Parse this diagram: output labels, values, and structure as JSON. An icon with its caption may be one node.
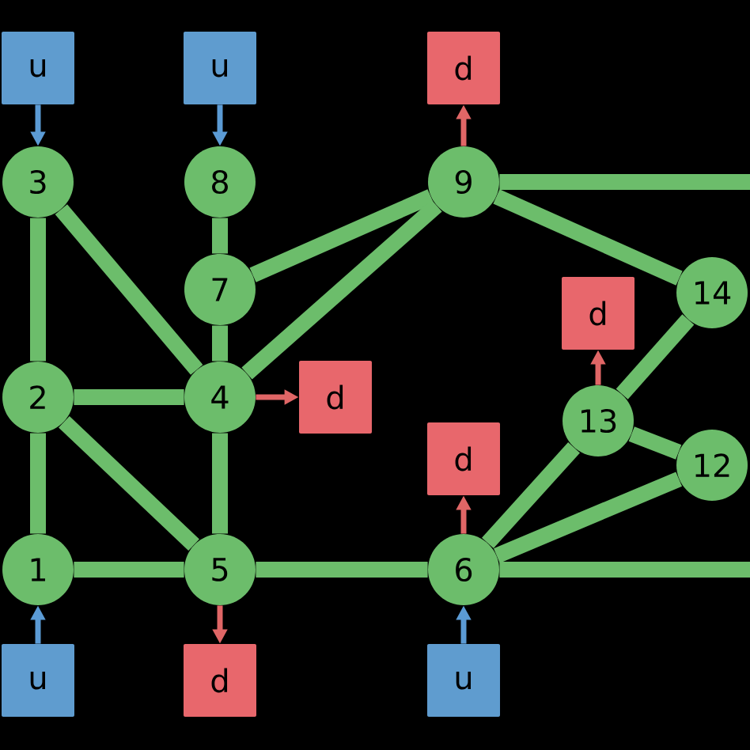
{
  "diagram": {
    "nodes": [
      {
        "text": [
          "u"
        ]
      },
      {
        "text": [
          "u"
        ]
      },
      {
        "text": [
          "d"
        ]
      },
      {
        "text": [
          "3"
        ]
      },
      {
        "text": [
          "8"
        ]
      },
      {
        "text": [
          "9"
        ]
      },
      {
        "text": [
          "14"
        ]
      },
      {
        "text": [
          "7"
        ]
      },
      {
        "text": [
          "d"
        ]
      },
      {
        "text": [
          "2"
        ]
      },
      {
        "text": [
          "4"
        ]
      },
      {
        "text": [
          "d"
        ]
      },
      {
        "text": [
          "13"
        ]
      },
      {
        "text": [
          "d"
        ]
      },
      {
        "text": [
          "12"
        ]
      },
      {
        "text": [
          "1"
        ]
      },
      {
        "text": [
          "5"
        ]
      },
      {
        "text": [
          "6"
        ]
      },
      {
        "text": [
          "u"
        ]
      },
      {
        "text": [
          "d"
        ]
      },
      {
        "text": [
          "u"
        ]
      }
    ],
    "edges": [
      {
        "from": 3,
        "to": 9,
        "arrow": "none"
      },
      {
        "from": 9,
        "to": 15,
        "arrow": "none"
      },
      {
        "from": 3,
        "to": 10,
        "arrow": "none"
      },
      {
        "from": 4,
        "to": 7,
        "arrow": "none"
      },
      {
        "from": 7,
        "to": 10,
        "arrow": "none"
      },
      {
        "from": 7,
        "to": 5,
        "arrow": "none"
      },
      {
        "from": 10,
        "to": 5,
        "arrow": "none"
      },
      {
        "from": 9,
        "to": 10,
        "arrow": "none"
      },
      {
        "from": 9,
        "to": 16,
        "arrow": "none"
      },
      {
        "from": 10,
        "to": 16,
        "arrow": "none"
      },
      {
        "from": 15,
        "to": 16,
        "arrow": "none"
      },
      {
        "from": 16,
        "to": 17,
        "arrow": "none"
      },
      {
        "from": 5,
        "to": 6,
        "arrow": "none"
      },
      {
        "from": 6,
        "to": 12,
        "arrow": "none"
      },
      {
        "from": 12,
        "to": 14,
        "arrow": "none"
      },
      {
        "from": 17,
        "to": 12,
        "arrow": "none"
      },
      {
        "from": 17,
        "to": 14,
        "arrow": "none"
      },
      {
        "from": 5,
        "to": null,
        "arrow": "none"
      },
      {
        "from": 17,
        "to": null,
        "arrow": "none"
      },
      {
        "from": 0,
        "to": 3,
        "arrow": "to",
        "color": "#5b9bd5"
      },
      {
        "from": 1,
        "to": 4,
        "arrow": "to",
        "color": "#5b9bd5"
      },
      {
        "from": 5,
        "to": 2,
        "arrow": "to",
        "color": "#e06666"
      },
      {
        "from": 10,
        "to": 11,
        "arrow": "to",
        "color": "#e06666"
      },
      {
        "from": 12,
        "to": 8,
        "arrow": "to",
        "color": "#e06666"
      },
      {
        "from": 17,
        "to": 13,
        "arrow": "to",
        "color": "#e06666"
      },
      {
        "from": 16,
        "to": 19,
        "arrow": "to",
        "color": "#e06666"
      },
      {
        "from": 18,
        "to": 15,
        "arrow": "to",
        "color": "#5b9bd5"
      },
      {
        "from": 20,
        "to": 17,
        "arrow": "to",
        "color": "#5b9bd5"
      }
    ]
  }
}
